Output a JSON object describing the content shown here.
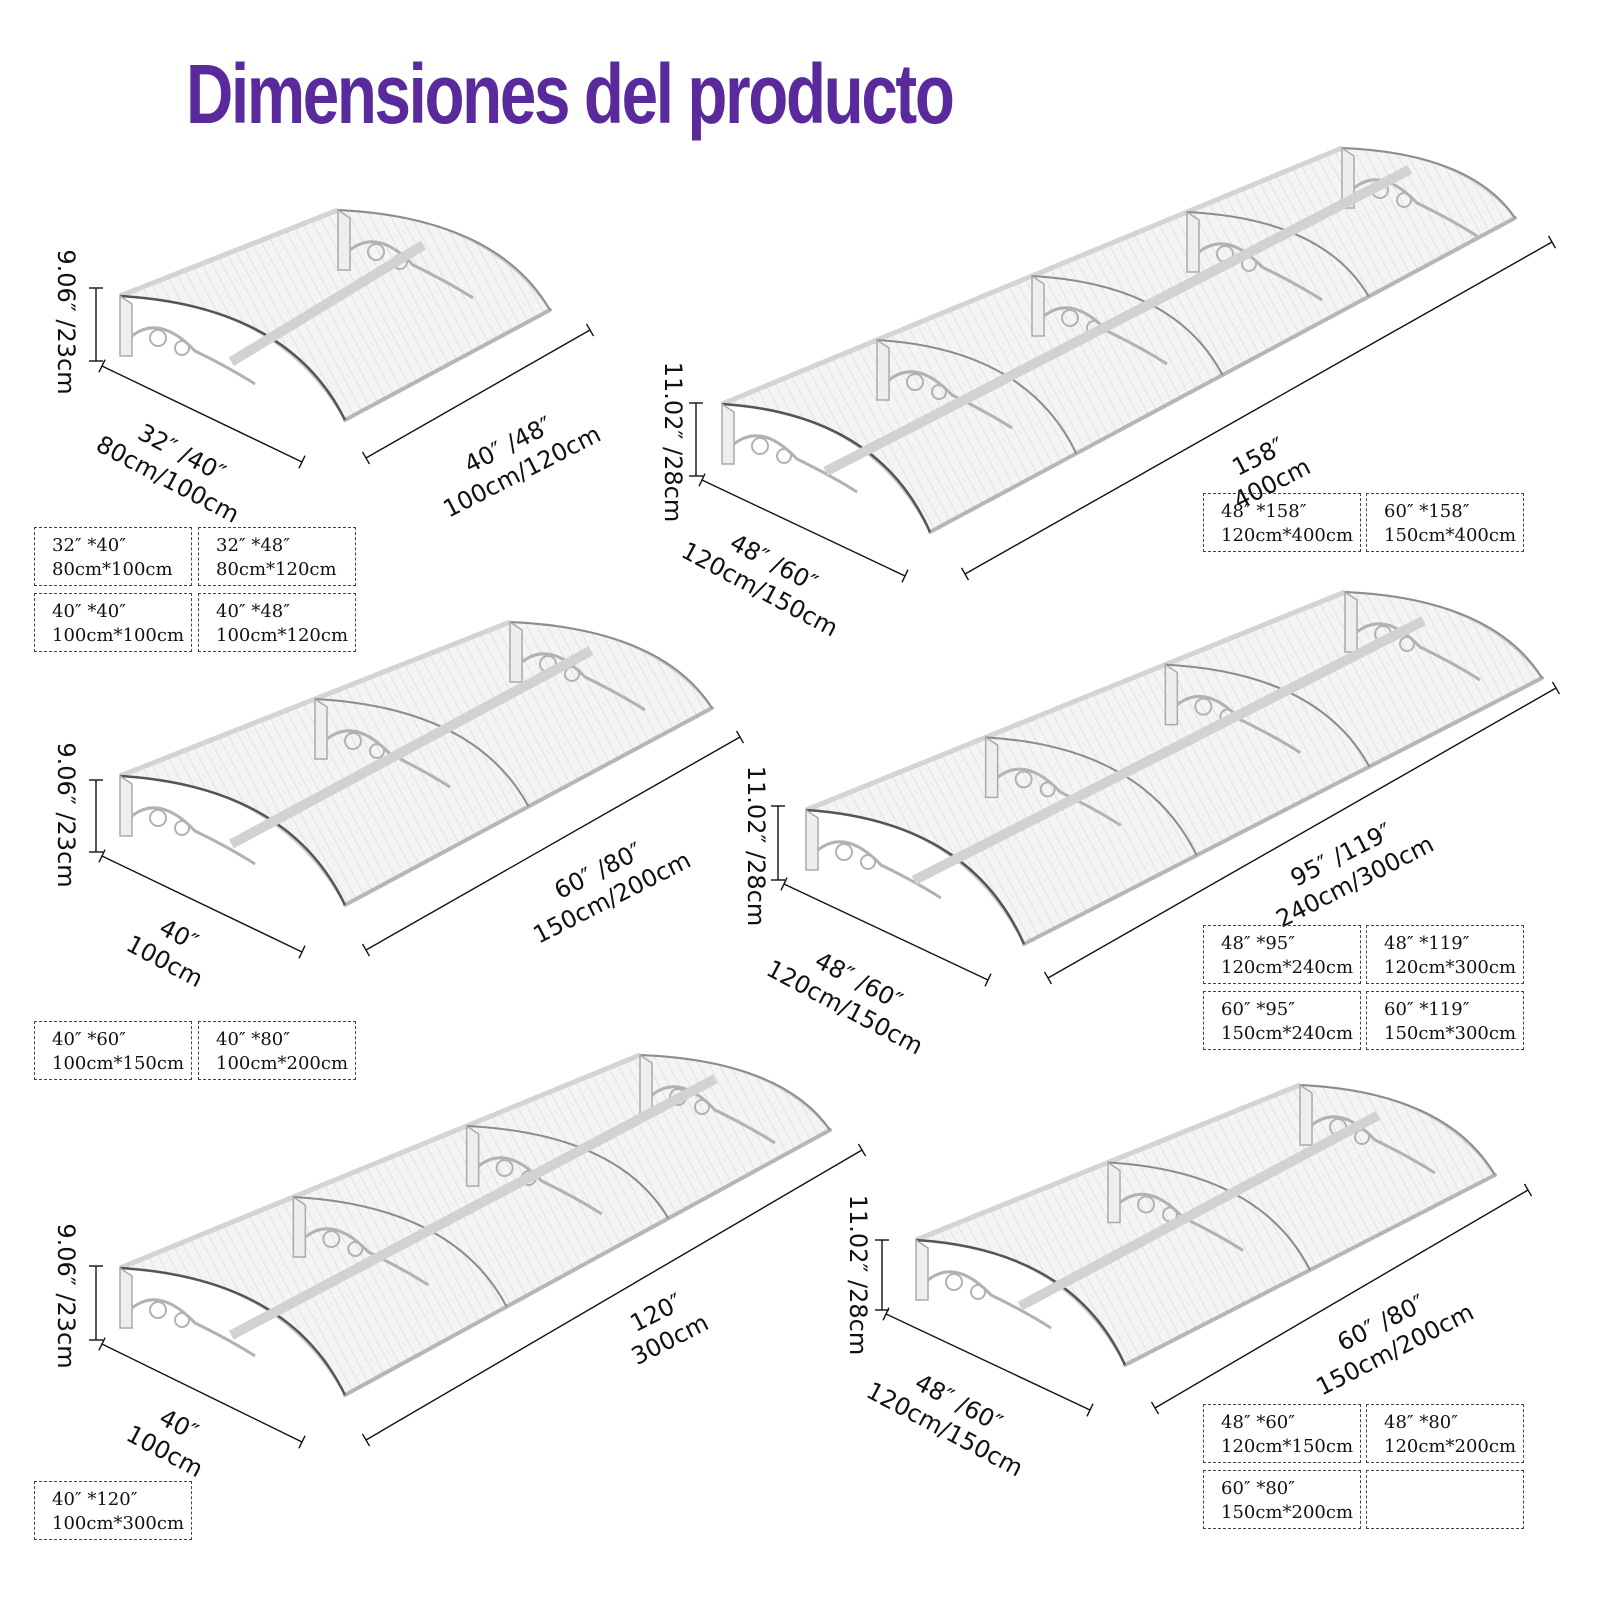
{
  "title": "Dimensiones del producto",
  "canopies": [
    {
      "height": "9.06″ /23cm",
      "depth": [
        "32″ /40″",
        "80cm/100cm"
      ],
      "width": [
        "40″ /48″",
        "100cm/120cm"
      ],
      "sizes": [
        [
          "32″ *40″",
          "80cm*100cm"
        ],
        [
          "32″ *48″",
          "80cm*120cm"
        ],
        [
          "40″ *40″",
          "100cm*100cm"
        ],
        [
          "40″ *48″",
          "100cm*120cm"
        ]
      ]
    },
    {
      "height": "9.06″ /23cm",
      "depth": [
        "40″",
        "100cm"
      ],
      "width": [
        "60″ /80″",
        "150cm/200cm"
      ],
      "sizes": [
        [
          "40″ *60″",
          "100cm*150cm"
        ],
        [
          "40″ *80″",
          "100cm*200cm"
        ]
      ]
    },
    {
      "height": "9.06″ /23cm",
      "depth": [
        "40″",
        "100cm"
      ],
      "width": [
        "120″",
        "300cm"
      ],
      "sizes": [
        [
          "40″ *120″",
          "100cm*300cm"
        ]
      ]
    },
    {
      "height": "11.02″ /28cm",
      "depth": [
        "48″ /60″",
        "120cm/150cm"
      ],
      "width": [
        "158″",
        "400cm"
      ],
      "sizes": [
        [
          "48″ *158″",
          "120cm*400cm"
        ],
        [
          "60″ *158″",
          "150cm*400cm"
        ]
      ]
    },
    {
      "height": "11.02″ /28cm",
      "depth": [
        "48″ /60″",
        "120cm/150cm"
      ],
      "width": [
        "95″ /119″",
        "240cm/300cm"
      ],
      "sizes": [
        [
          "48″ *95″",
          "120cm*240cm"
        ],
        [
          "48″ *119″",
          "120cm*300cm"
        ],
        [
          "60″ *95″",
          "150cm*240cm"
        ],
        [
          "60″ *119″",
          "150cm*300cm"
        ]
      ]
    },
    {
      "height": "11.02″ /28cm",
      "depth": [
        "48″ /60″",
        "120cm/150cm"
      ],
      "width": [
        "60″ /80″",
        "150cm/200cm"
      ],
      "sizes": [
        [
          "48″ *60″",
          "120cm*150cm"
        ],
        [
          "48″ *80″",
          "120cm*200cm"
        ],
        [
          "60″ *80″",
          "150cm*200cm"
        ]
      ]
    }
  ]
}
